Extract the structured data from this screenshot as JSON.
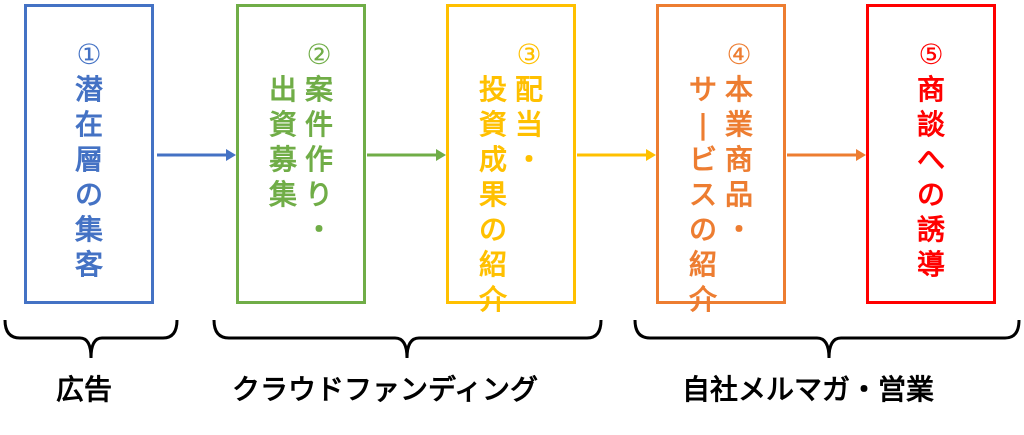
{
  "steps": [
    {
      "num": "①",
      "lines": [
        "潜在層の集客"
      ],
      "color": "#4472C4"
    },
    {
      "num": "②",
      "lines": [
        "案件作り・",
        "出資募集"
      ],
      "color": "#70AD47"
    },
    {
      "num": "③",
      "lines": [
        "配当・",
        "投資成果の紹介"
      ],
      "color": "#FFC000"
    },
    {
      "num": "④",
      "lines": [
        "本業商品・",
        "サービスの紹介"
      ],
      "color": "#ED7D31"
    },
    {
      "num": "⑤",
      "lines": [
        "商談への誘導"
      ],
      "color": "#FF0000"
    }
  ],
  "groups": [
    {
      "label": "広告"
    },
    {
      "label": "クラウドファンディング"
    },
    {
      "label": "自社メルマガ・営業"
    }
  ]
}
